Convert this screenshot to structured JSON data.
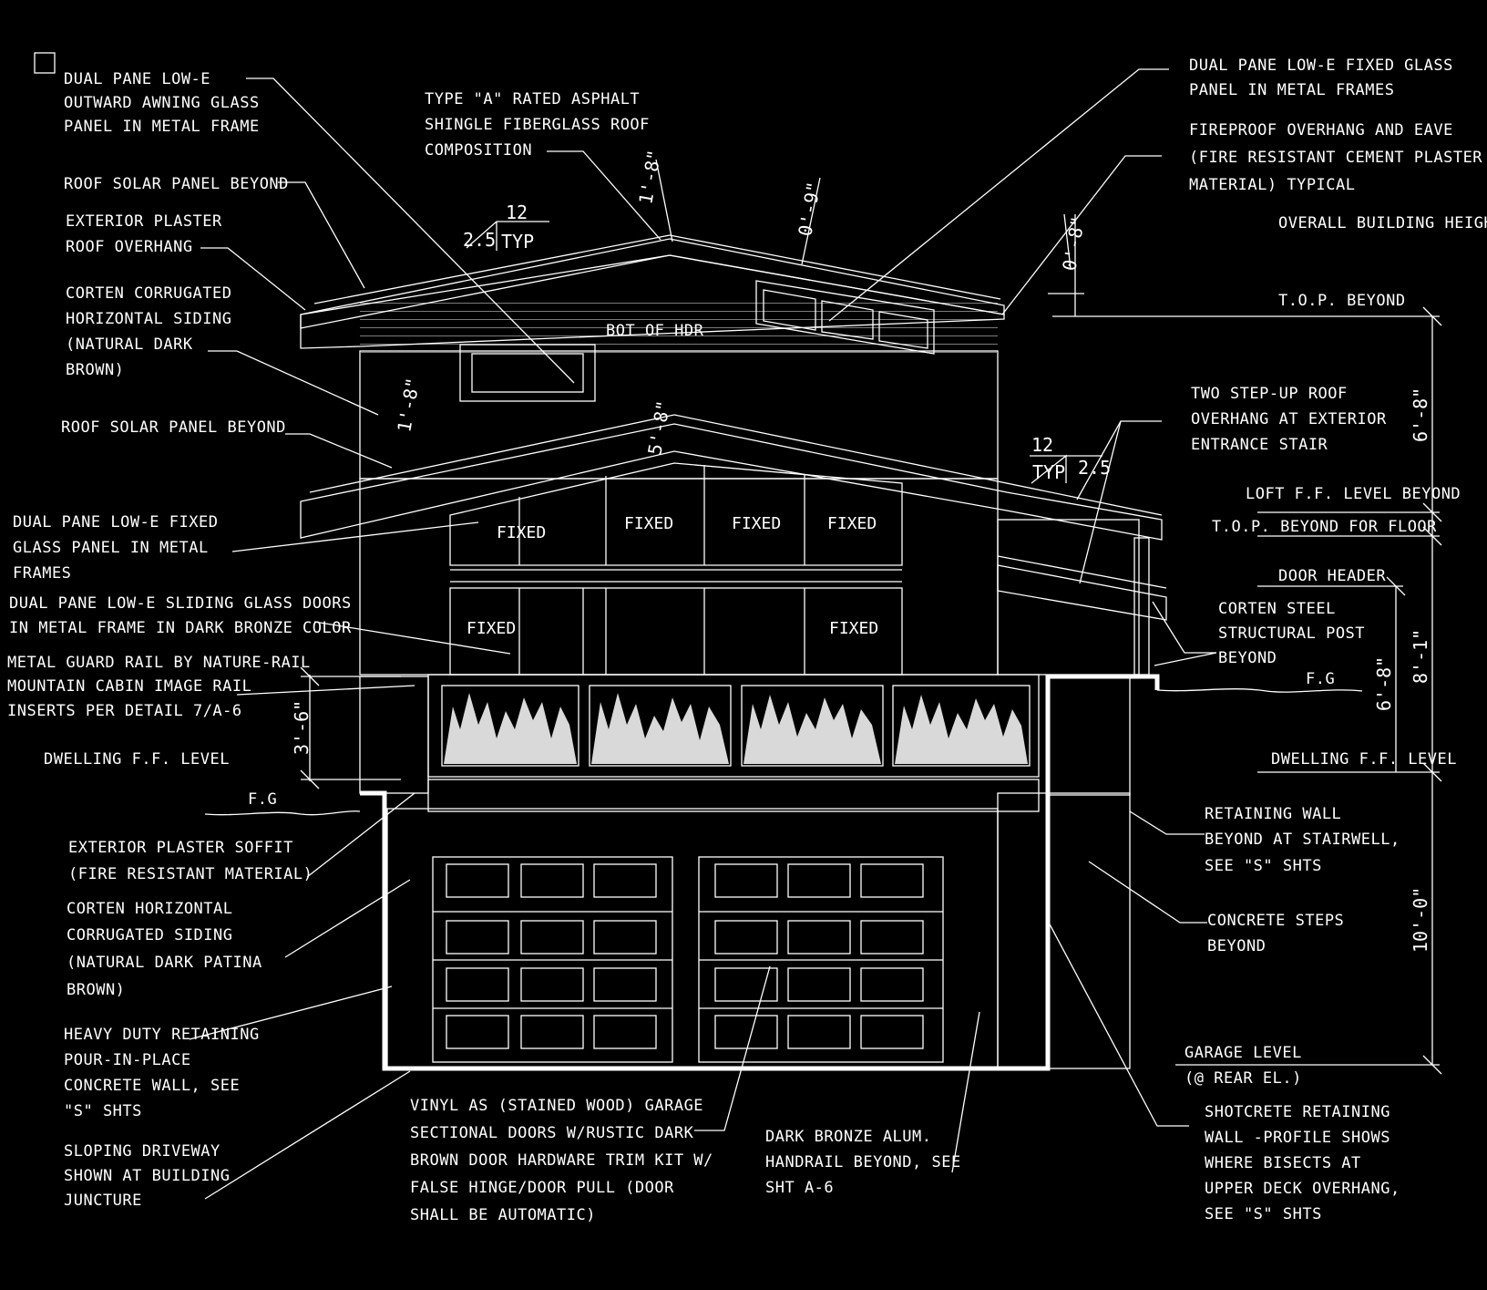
{
  "labels": {
    "awning_panel": [
      "DUAL PANE LOW-E",
      "OUTWARD AWNING GLASS",
      "PANEL IN METAL FRAME"
    ],
    "roof_solar_1": [
      "ROOF SOLAR PANEL BEYOND"
    ],
    "plaster_overhang": [
      "EXTERIOR PLASTER",
      "ROOF OVERHANG"
    ],
    "corten_siding_upper": [
      "CORTEN CORRUGATED",
      "HORIZONTAL SIDING",
      "(NATURAL DARK",
      "BROWN)"
    ],
    "roof_solar_2": [
      "ROOF SOLAR PANEL BEYOND"
    ],
    "fixed_glass_left": [
      "DUAL PANE LOW-E FIXED",
      "GLASS PANEL IN METAL",
      "FRAMES"
    ],
    "sliding_doors": [
      "DUAL PANE LOW-E SLIDING GLASS DOORS",
      "IN METAL FRAME IN DARK BRONZE COLOR"
    ],
    "guard_rail": [
      "METAL GUARD RAIL BY NATURE-RAIL",
      "MOUNTAIN CABIN IMAGE RAIL",
      "INSERTS PER DETAIL 7/A-6"
    ],
    "dwelling_ff_left": [
      "DWELLING F.F. LEVEL"
    ],
    "soffit": [
      "EXTERIOR PLASTER SOFFIT",
      "(FIRE RESISTANT MATERIAL)"
    ],
    "corten_siding_lower": [
      "CORTEN HORIZONTAL",
      "CORRUGATED SIDING",
      "(NATURAL DARK PATINA",
      "BROWN)"
    ],
    "retaining_wall_left": [
      "HEAVY DUTY RETAINING",
      "POUR-IN-PLACE",
      "CONCRETE WALL, SEE",
      "\"S\" SHTS"
    ],
    "driveway": [
      "SLOPING DRIVEWAY",
      "SHOWN AT BUILDING",
      "JUNCTURE"
    ],
    "roofing": [
      "TYPE \"A\" RATED ASPHALT",
      "SHINGLE FIBERGLASS ROOF",
      "COMPOSITION"
    ],
    "garage_doors": [
      "VINYL AS (STAINED WOOD) GARAGE",
      "SECTIONAL DOORS W/RUSTIC DARK",
      "BROWN DOOR HARDWARE TRIM KIT W/",
      "FALSE HINGE/DOOR PULL (DOOR",
      "SHALL BE AUTOMATIC)"
    ],
    "handrail": [
      "DARK BRONZE ALUM.",
      "HANDRAIL BEYOND, SEE",
      "SHT A-6"
    ],
    "fixed_glass_right": [
      "DUAL PANE LOW-E FIXED GLASS",
      "PANEL IN METAL FRAMES"
    ],
    "eave": [
      "FIREPROOF OVERHANG AND EAVE",
      "(FIRE RESISTANT CEMENT PLASTER",
      "MATERIAL) TYPICAL"
    ],
    "overall_height": [
      "OVERALL BUILDING HEIGHT"
    ],
    "top_beyond": [
      "T.O.P. BEYOND"
    ],
    "step_up_roof": [
      "TWO STEP-UP ROOF",
      "OVERHANG AT EXTERIOR",
      "ENTRANCE STAIR"
    ],
    "loft_ff": [
      "LOFT F.F. LEVEL BEYOND"
    ],
    "top_floor": [
      "T.O.P. BEYOND FOR FLOOR"
    ],
    "door_header": [
      "DOOR HEADER"
    ],
    "corten_post": [
      "CORTEN STEEL",
      "STRUCTURAL POST",
      "BEYOND"
    ],
    "dwelling_ff_right": [
      "DWELLING F.F. LEVEL"
    ],
    "retaining_stair": [
      "RETAINING WALL",
      "BEYOND AT STAIRWELL,",
      "SEE \"S\" SHTS"
    ],
    "concrete_steps": [
      "CONCRETE STEPS",
      "BEYOND"
    ],
    "garage_level": [
      "GARAGE LEVEL",
      "(@ REAR EL.)"
    ],
    "shotcrete": [
      "SHOTCRETE RETAINING",
      "WALL -PROFILE SHOWS",
      "WHERE BISECTS AT",
      "UPPER DECK OVERHANG,",
      "SEE \"S\" SHTS"
    ]
  },
  "tags": {
    "bot_hdr": "BOT OF HDR",
    "fg_left": "F.G",
    "fg_right": "F.G",
    "fixed": "FIXED"
  },
  "dims": {
    "pitch_run": "12",
    "pitch_rise": "2.5",
    "typ": "TYP",
    "d_1_8_top": "1'-8\"",
    "d_0_9": "0'-9\"",
    "d_0_8": "0'-8\"",
    "d_1_8_mid": "1'-8\"",
    "d_5_8": "5'-8\"",
    "d_6_8_top": "6'-8\"",
    "d_8_1": "8'-1\"",
    "d_6_8_door": "6'-8\"",
    "d_3_6": "3'-6\"",
    "d_10_0": "10'-0\""
  }
}
